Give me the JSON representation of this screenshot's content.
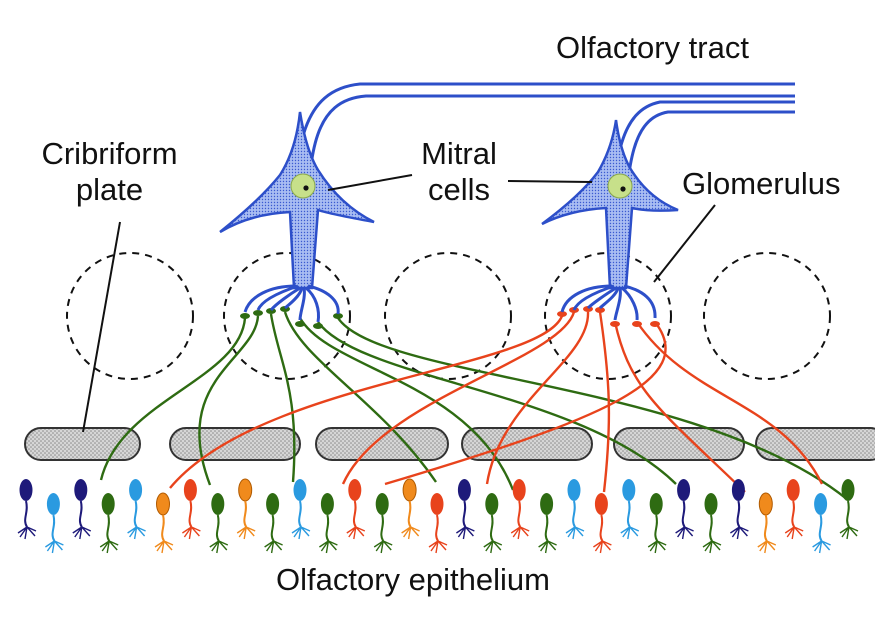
{
  "labels": {
    "olfactory_tract": "Olfactory tract",
    "cribriform_line1": "Cribriform",
    "cribriform_line2": "plate",
    "mitral_line1": "Mitral",
    "mitral_line2": "cells",
    "glomerulus": "Glomerulus",
    "olfactory_epithelium": "Olfactory epithelium"
  },
  "colors": {
    "neuron_blue": "#2d4fc9",
    "neuron_fill": "#9fb4ee",
    "nucleus": "#c7e08a",
    "green_axon": "#2e6b12",
    "red_axon": "#e8431c",
    "navy_receptor": "#1e1a7a",
    "light_blue_receptor": "#2a9ae0",
    "orange_receptor": "#f08a1c",
    "plate_fill": "#d3d3d3",
    "plate_stroke": "#333333"
  },
  "receptor_sequence": [
    "navy",
    "lightblue",
    "navy",
    "green",
    "lightblue",
    "orange",
    "red",
    "green",
    "orange",
    "green",
    "lightblue",
    "green",
    "red",
    "green",
    "orange",
    "red",
    "navy",
    "green",
    "red",
    "green",
    "lightblue",
    "red",
    "lightblue",
    "green",
    "navy",
    "green",
    "navy",
    "orange",
    "red",
    "lightblue",
    "green"
  ]
}
